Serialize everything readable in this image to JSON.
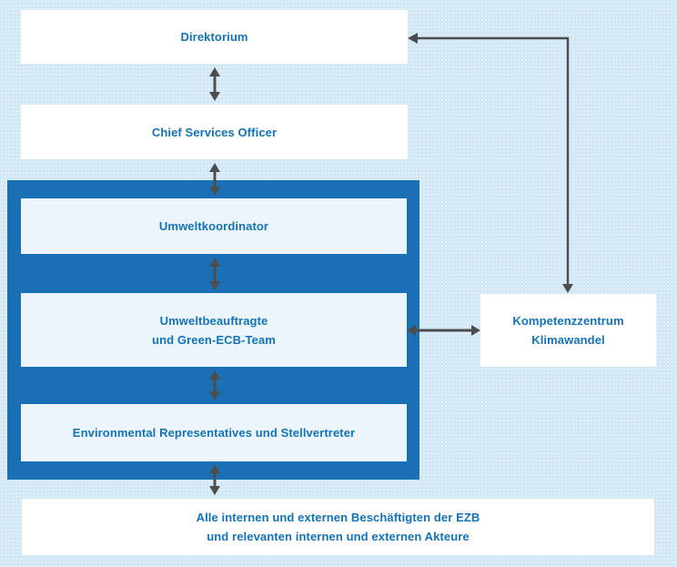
{
  "diagram": {
    "nodes": {
      "direktorium": {
        "label": "Direktorium"
      },
      "chief_services_officer": {
        "label": "Chief Services Officer"
      },
      "umweltkoordinator": {
        "label": "Umweltkoordinator"
      },
      "umweltbeauftragte": {
        "lines": [
          "Umweltbeauftragte",
          "und Green-ECB-Team"
        ]
      },
      "environmental_representatives": {
        "label": "Environmental Representatives und Stellvertreter"
      },
      "kompetenzzentrum_klimawandel": {
        "lines": [
          "Kompetenzzentrum",
          "Klimawandel"
        ]
      },
      "alle_beschaeftigten": {
        "lines": [
          "Alle internen und externen Beschäftigten der EZB",
          "und relevanten internen und externen Akteure"
        ]
      }
    },
    "connections": [
      {
        "from": "direktorium",
        "to": "chief_services_officer",
        "type": "double-headed-vertical"
      },
      {
        "from": "chief_services_officer",
        "to": "umweltkoordinator",
        "type": "double-headed-vertical"
      },
      {
        "from": "umweltkoordinator",
        "to": "umweltbeauftragte",
        "type": "double-headed-vertical"
      },
      {
        "from": "umweltbeauftragte",
        "to": "environmental_representatives",
        "type": "double-headed-vertical"
      },
      {
        "from": "environmental_representatives",
        "to": "alle_beschaeftigten",
        "type": "double-headed-vertical"
      },
      {
        "from": "umweltbeauftragte",
        "to": "kompetenzzentrum_klimawandel",
        "type": "double-headed-horizontal"
      },
      {
        "from": "kompetenzzentrum_klimawandel",
        "to": "direktorium",
        "type": "double-headed-elbow"
      }
    ],
    "colors": {
      "background": "#d3e8f6",
      "container_band": "#1b6fb5",
      "node_fill_white": "#ffffff",
      "node_fill_inner": "#ecf5fb",
      "text_blue": "#1273b9",
      "arrow_gray": "#4d4d4d"
    }
  }
}
